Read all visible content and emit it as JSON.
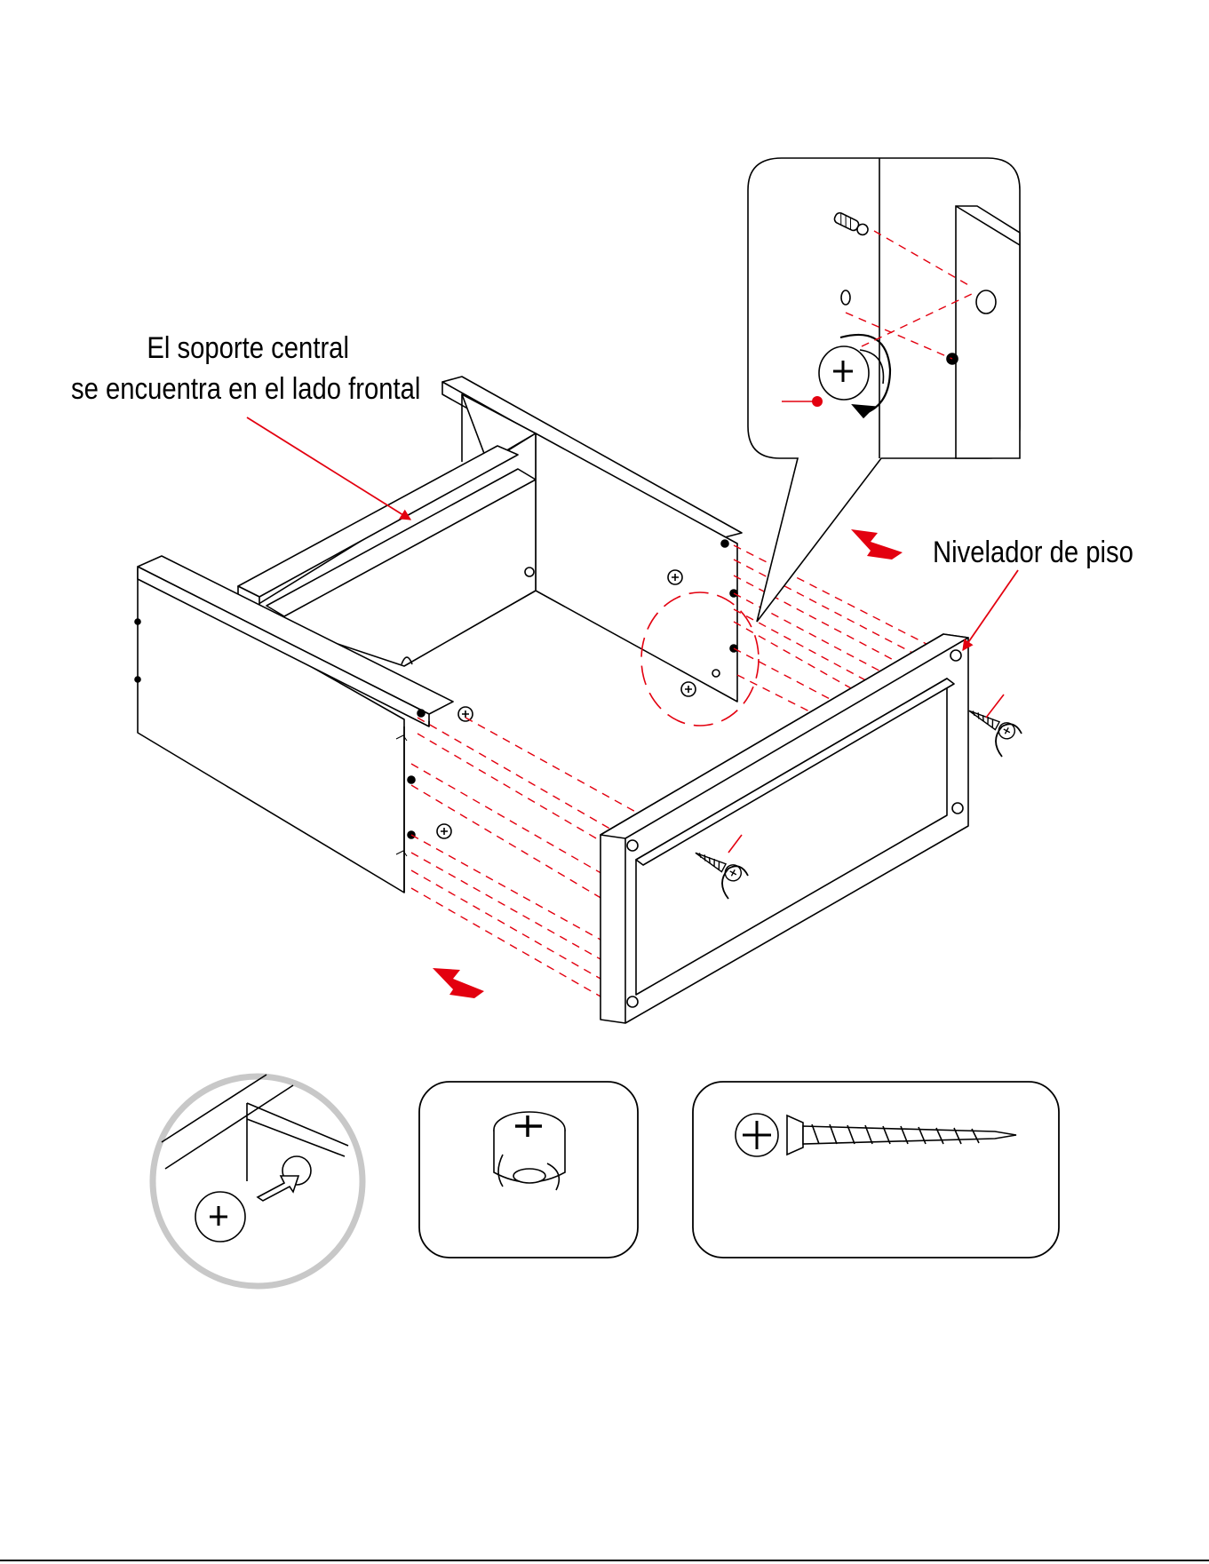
{
  "labels": {
    "central_support_line1": "El soporte central",
    "central_support_line2": "se encuentra en el lado frontal",
    "floor_leveler": "Nivelador de piso"
  },
  "colors": {
    "line": "#000000",
    "accent": "#e3000f",
    "panel_fill": "#ffffff",
    "circle_ring": "#c8c8c8"
  },
  "icons": {
    "cam_lock": "cam-lock-icon",
    "wood_dowel": "dowel-icon",
    "screw": "screw-icon",
    "rotate_arrow": "rotate-arrow-icon",
    "push_arrow": "push-arrow-icon"
  }
}
